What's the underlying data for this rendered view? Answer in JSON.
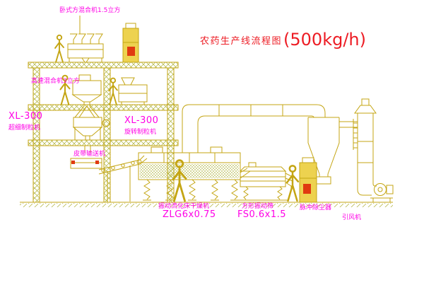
{
  "title": {
    "text": "农药生产线流程图",
    "capacity": "(500kg/h)"
  },
  "labels": {
    "horizontal_mixer": "卧式方混合机1.5立方",
    "high_speed_mixer": "高速混合机3立方",
    "granulator_left_model": "XL-300",
    "granulator_left_name": "超细制粒机",
    "granulator_right_model": "XL-300",
    "granulator_right_name": "旋转制粒机",
    "belt_conveyor": "皮带输送机",
    "fluid_bed_dryer": "振动流化床干燥机",
    "fluid_bed_dryer_model": "ZLG6x0.75",
    "square_sieve": "方形振动筛",
    "square_sieve_model": "FS0.6x1.5",
    "dust_collector": "脉冲除尘器",
    "induced_draft_fan": "引风机"
  },
  "colors": {
    "line": "#C4A513",
    "hatch": "#ADB138",
    "label": "#FF00E6",
    "title": "#ED1C24",
    "red_mark": "#E03A10",
    "fill_light": "#EDD24F"
  }
}
